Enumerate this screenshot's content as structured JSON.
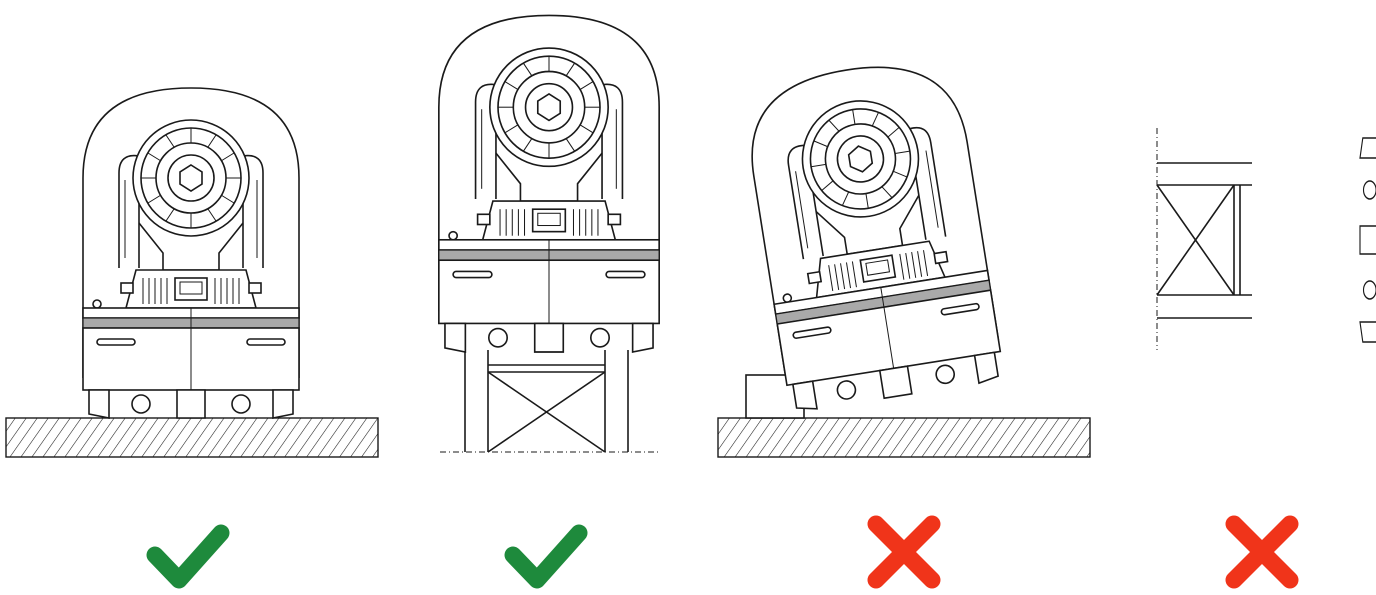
{
  "panels": [
    {
      "id": "floor-upright",
      "mount": "floor",
      "orientation": "upright",
      "status": "correct"
    },
    {
      "id": "truss-upright",
      "mount": "truss-top",
      "orientation": "upright",
      "status": "correct"
    },
    {
      "id": "floor-tilted",
      "mount": "floor-wedged",
      "orientation": "tilted",
      "status": "incorrect"
    },
    {
      "id": "truss-side",
      "mount": "truss-side",
      "orientation": "sideways",
      "status": "incorrect"
    }
  ],
  "colors": {
    "correct": "#1e8a3c",
    "incorrect": "#f0341a",
    "band": "#a9a9a9",
    "line": "#1a1a1a"
  },
  "icons": {
    "correct": "check-mark-icon",
    "incorrect": "cross-mark-icon"
  }
}
